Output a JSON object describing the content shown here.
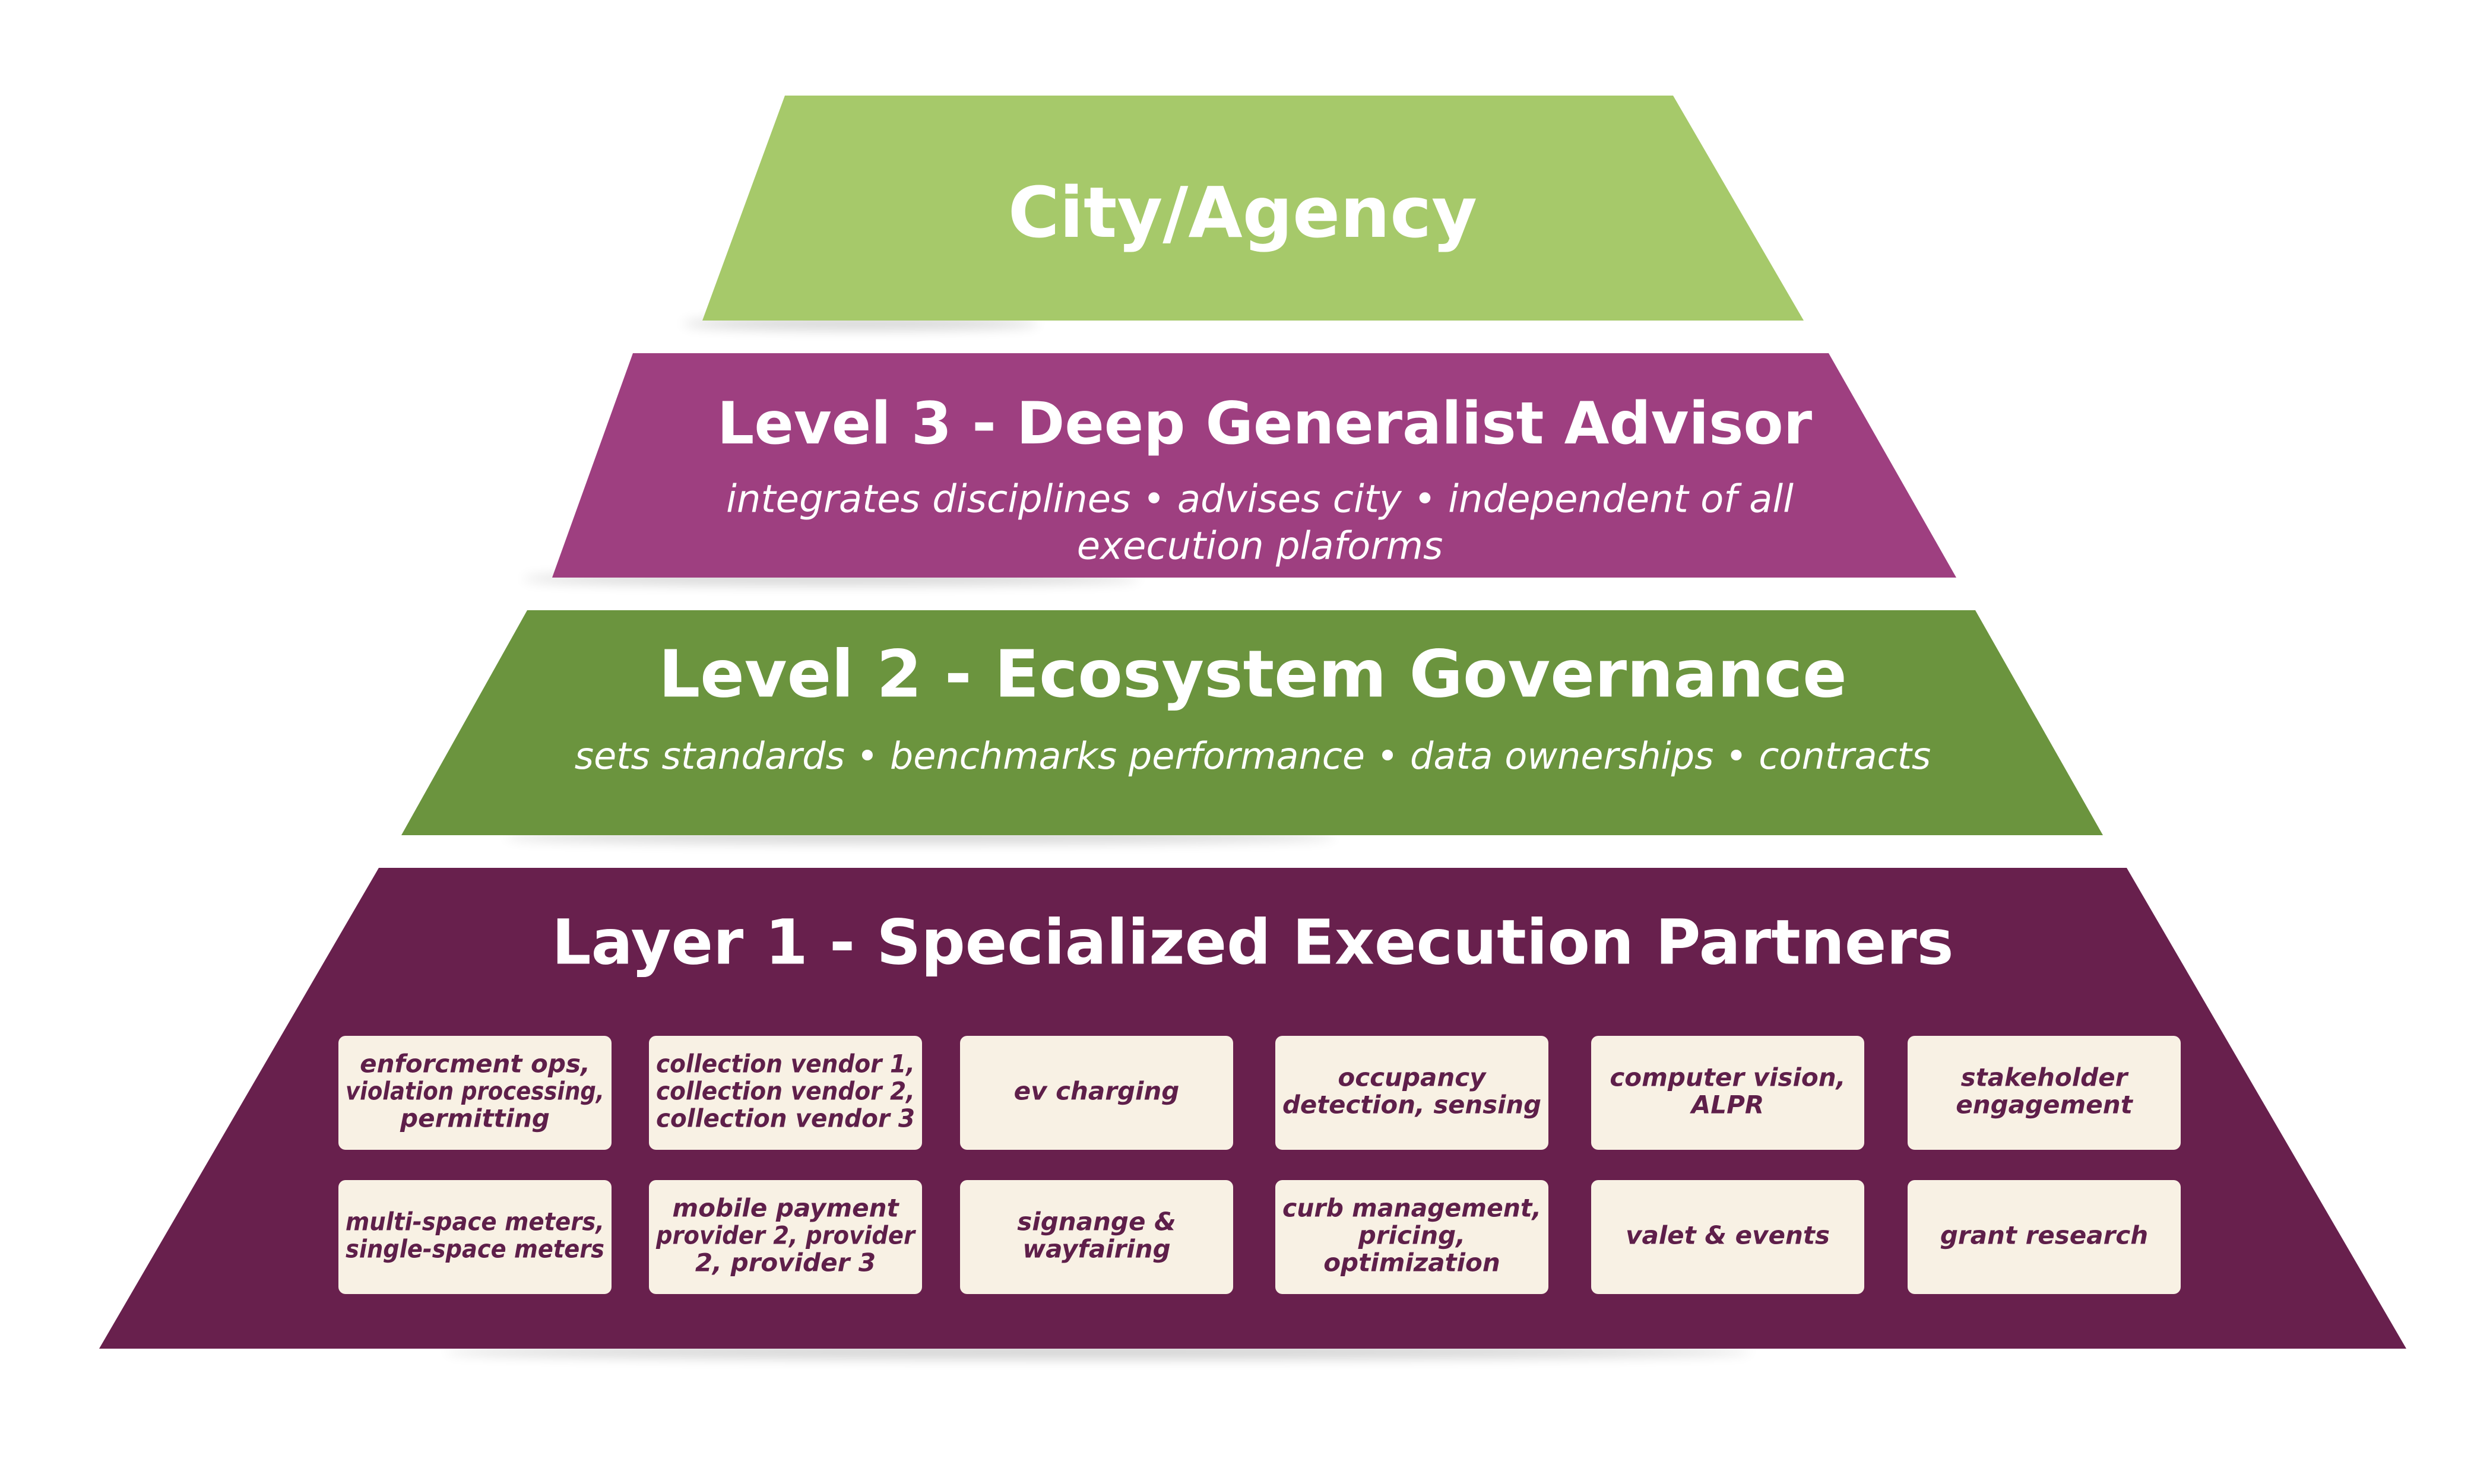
{
  "colors": {
    "city": "#a6c96a",
    "level3": "#9e3f80",
    "level2": "#6b943e",
    "layer1": "#68204d",
    "card_bg": "#f8f1e4",
    "card_text": "#5e1f4a",
    "text": "#ffffff"
  },
  "tiers": {
    "city": {
      "title": "City/Agency"
    },
    "level3": {
      "title": "Level 3 - Deep Generalist Advisor",
      "subtitle_line1": "integrates disciplines • advises city • independent of all",
      "subtitle_line2": "execution plaforms"
    },
    "level2": {
      "title": "Level 2 - Ecosystem Governance",
      "subtitle": "sets standards • benchmarks performance • data ownerships • contracts"
    },
    "layer1": {
      "title": "Layer 1 - Specialized Execution Partners",
      "cards": [
        [
          "enforcment ops,",
          "violation processing,",
          "permitting"
        ],
        [
          "collection vendor 1,",
          "collection vendor 2,",
          "collection vendor 3"
        ],
        [
          "ev charging"
        ],
        [
          "occupancy",
          "detection, sensing"
        ],
        [
          "computer vision,",
          "ALPR"
        ],
        [
          "stakeholder",
          "engagement"
        ],
        [
          "multi-space meters,",
          "single-space meters"
        ],
        [
          "mobile payment",
          "provider 2, provider",
          "2, provider 3"
        ],
        [
          "signange &",
          "wayfairing"
        ],
        [
          "curb management,",
          "pricing,",
          "optimization"
        ],
        [
          "valet & events"
        ],
        [
          "grant research"
        ]
      ]
    }
  }
}
